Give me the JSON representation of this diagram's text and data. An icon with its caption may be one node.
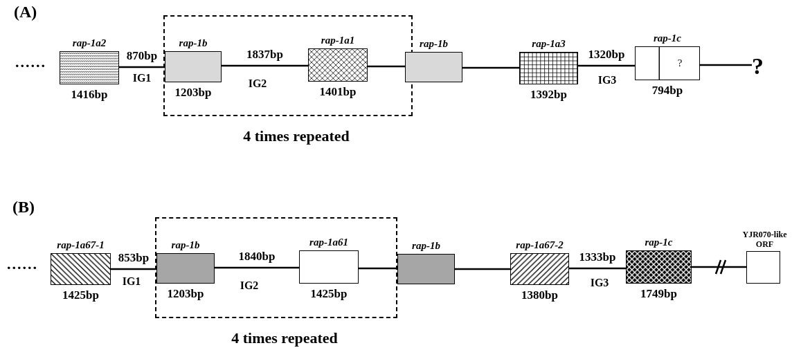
{
  "diagram": {
    "nodes": [
      {
        "text": [
          "rap-1a2"
        ],
        "beside": [
          "1416bp"
        ]
      },
      {
        "text": [
          "4 times repeated"
        ]
      },
      {
        "text": [
          "rap-1b"
        ],
        "beside": [
          "1203bp"
        ],
        "in": 1
      },
      {
        "text": [
          "rap-1a1"
        ],
        "beside": [
          "1401bp"
        ],
        "in": 1
      },
      {
        "text": [
          "rap-1b"
        ]
      },
      {
        "text": [
          "rap-1a3"
        ],
        "beside": [
          "1392bp"
        ]
      },
      {
        "text": [
          "rap-1c",
          "?"
        ],
        "beside": [
          "794bp"
        ]
      },
      {
        "text": [
          "?"
        ]
      },
      {
        "text": [
          "rap-1a67-1"
        ],
        "beside": [
          "1425bp"
        ]
      },
      {
        "text": [
          "4 times repeated"
        ]
      },
      {
        "text": [
          "rap-1b"
        ],
        "beside": [
          "1203bp"
        ],
        "in": 9
      },
      {
        "text": [
          "rap-1a61"
        ],
        "beside": [
          "1425bp"
        ],
        "in": 9
      },
      {
        "text": [
          "rap-1b"
        ]
      },
      {
        "text": [
          "rap-1a67-2"
        ],
        "beside": [
          "1380bp"
        ]
      },
      {
        "text": [
          "rap-1c"
        ],
        "beside": [
          "1749bp"
        ]
      },
      {
        "text": [
          "YJR070-like ORF"
        ]
      }
    ],
    "edges": [
      {
        "from": 0,
        "to": 2,
        "arrow": "none",
        "label": "870bp"
      },
      {
        "from": 2,
        "to": 3,
        "arrow": "none",
        "label": "1837bp"
      },
      {
        "from": 3,
        "to": 4,
        "arrow": "none"
      },
      {
        "from": 4,
        "to": 5,
        "arrow": "none"
      },
      {
        "from": 5,
        "to": 6,
        "arrow": "none",
        "label": "1320bp"
      },
      {
        "from": 6,
        "to": 7,
        "arrow": "none"
      },
      {
        "from": 8,
        "to": 10,
        "arrow": "none",
        "label": "853bp"
      },
      {
        "from": 10,
        "to": 11,
        "arrow": "none",
        "label": "1840bp"
      },
      {
        "from": 11,
        "to": 12,
        "arrow": "none"
      },
      {
        "from": 12,
        "to": 13,
        "arrow": "none"
      },
      {
        "from": 13,
        "to": 14,
        "arrow": "none",
        "label": "1333bp"
      },
      {
        "from": 14,
        "to": 15,
        "arrow": "none"
      }
    ],
    "labels": [
      "(A)",
      "......",
      "IG1",
      "IG2",
      "IG3",
      "(B)",
      "......",
      "IG1",
      "IG2",
      "IG3"
    ]
  }
}
